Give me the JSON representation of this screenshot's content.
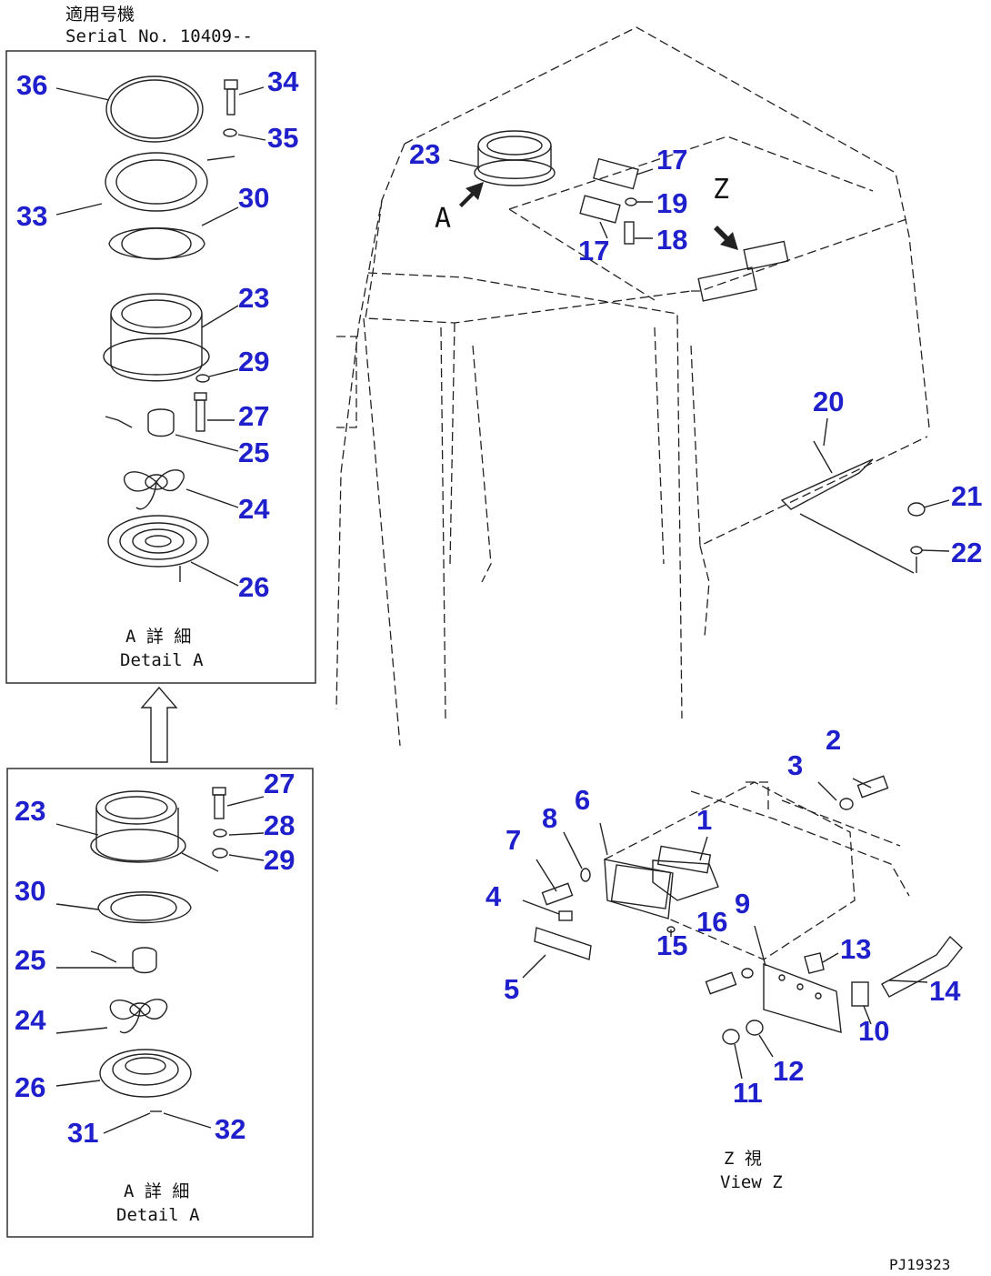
{
  "header": {
    "serial_jp": "適用号機",
    "serial_en": "Serial No. 10409--"
  },
  "detail_top": {
    "caption_jp": "A 詳 細",
    "caption_en": "Detail A"
  },
  "detail_bottom": {
    "caption_jp": "A 詳 細",
    "caption_en": "Detail A"
  },
  "view_z": {
    "caption_jp": "Z  視",
    "caption_en": "View Z"
  },
  "view_marks": {
    "a": "A",
    "z": "Z"
  },
  "drawing_code": "PJ19323",
  "colors": {
    "callout": "#1f1fcc",
    "line": "#222222"
  },
  "callouts_top": [
    "36",
    "34",
    "35",
    "33",
    "30",
    "23",
    "29",
    "27",
    "25",
    "24",
    "26"
  ],
  "callouts_bottom": [
    "23",
    "27",
    "28",
    "29",
    "30",
    "25",
    "24",
    "26",
    "31",
    "32"
  ],
  "callouts_cab": [
    "23",
    "17",
    "19",
    "18",
    "17",
    "20",
    "21",
    "22"
  ],
  "callouts_view": [
    "2",
    "3",
    "1",
    "6",
    "8",
    "7",
    "4",
    "16",
    "9",
    "15",
    "13",
    "5",
    "14",
    "10",
    "12",
    "11"
  ]
}
